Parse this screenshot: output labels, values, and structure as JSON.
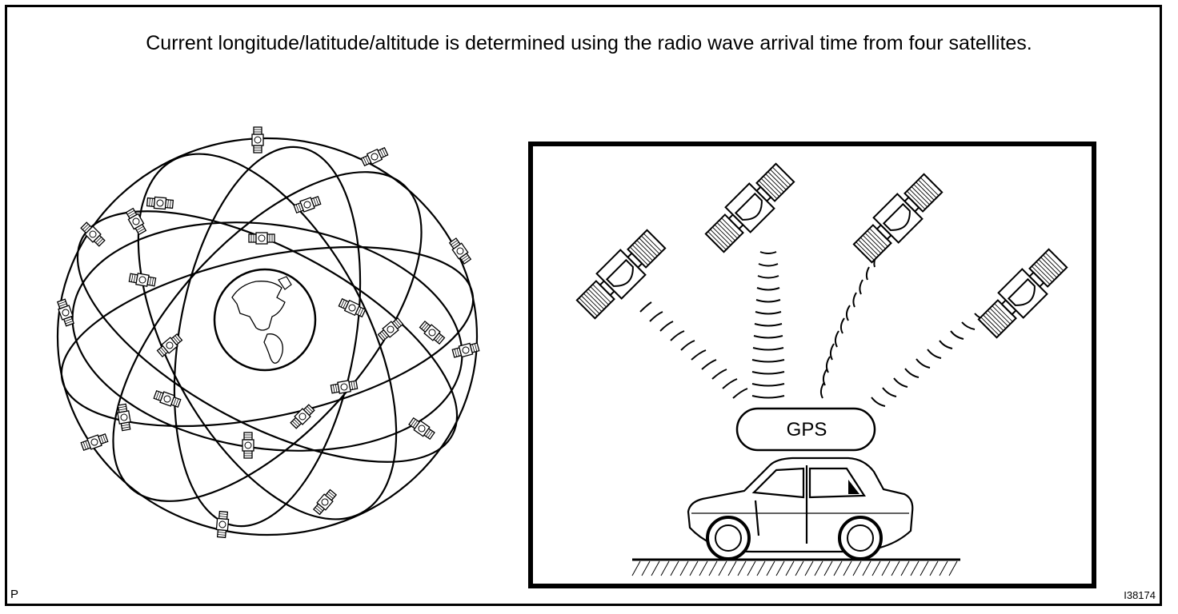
{
  "caption": "Current longitude/latitude/altitude is determined using the radio wave arrival time from four satellites.",
  "gps_label": "GPS",
  "corner_left": "P",
  "figure_id": "I38174",
  "icons": [
    "globe-orbit-illustration",
    "satellite-icon",
    "car-icon",
    "earth-icon",
    "radio-wave-icon"
  ]
}
